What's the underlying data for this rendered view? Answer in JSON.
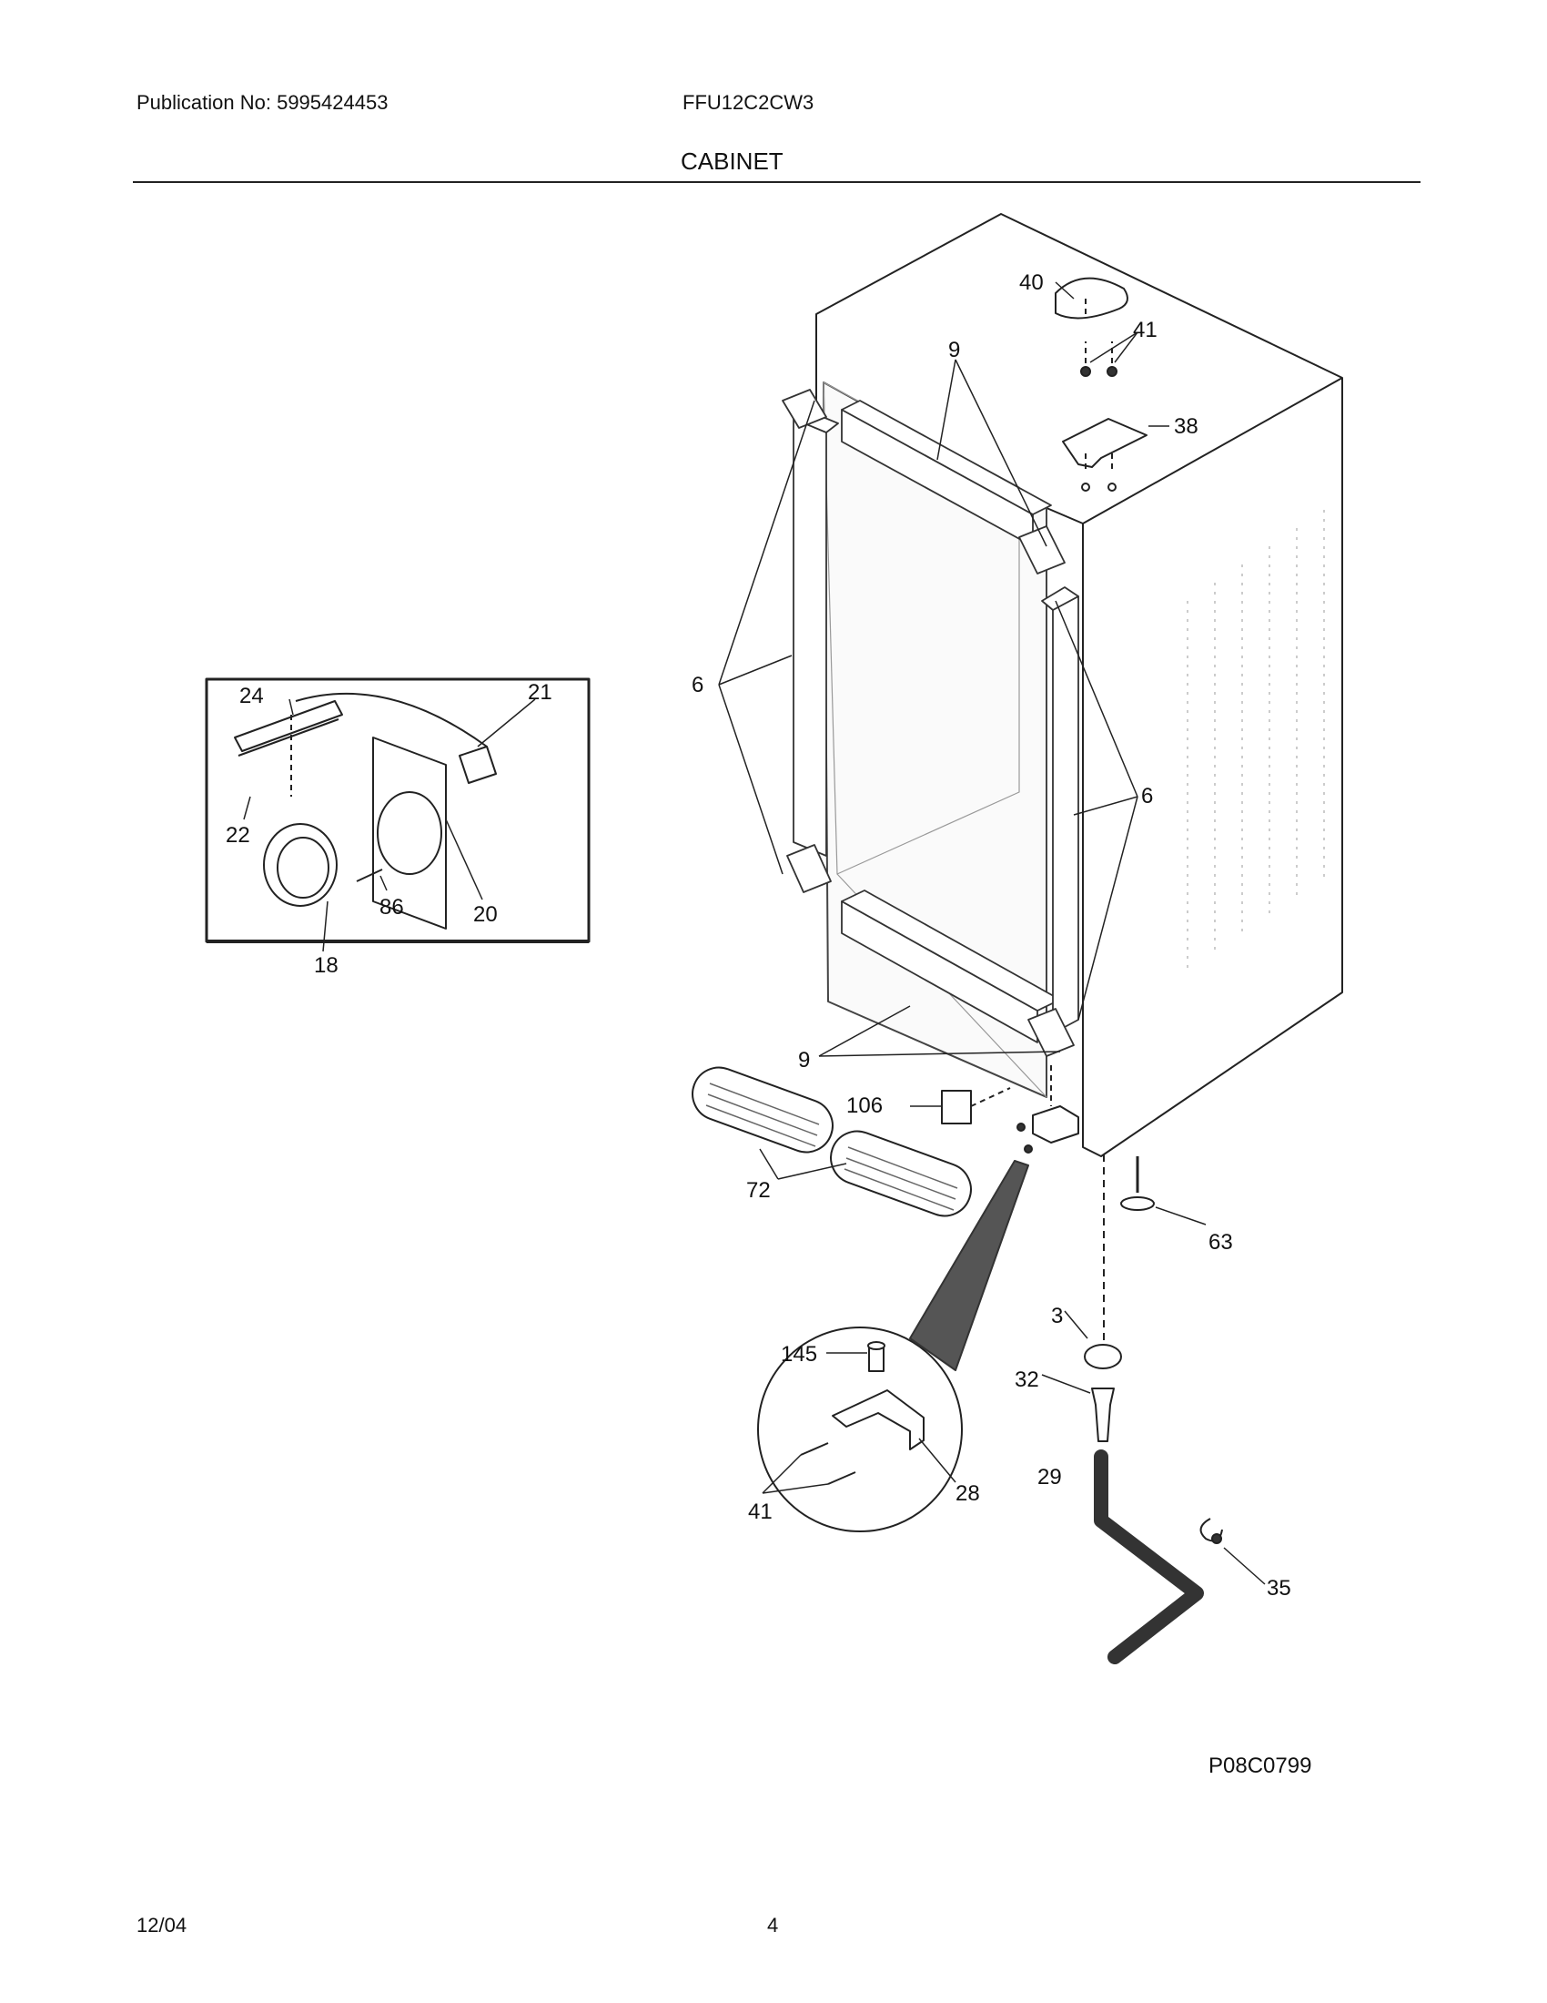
{
  "header": {
    "publication": "Publication No: 5995424453",
    "model": "FFU12C2CW3",
    "section_title": "CABINET"
  },
  "callouts": {
    "c40": "40",
    "c41a": "41",
    "c9a": "9",
    "c38": "38",
    "c6a": "6",
    "c6b": "6",
    "c9b": "9",
    "c106": "106",
    "c72": "72",
    "c63": "63",
    "c3": "3",
    "c32": "32",
    "c29": "29",
    "c35": "35",
    "c145": "145",
    "c41b": "41",
    "c28": "28",
    "c24": "24",
    "c21": "21",
    "c22": "22",
    "c86": "86",
    "c20": "20",
    "c18": "18"
  },
  "figure_code": "P08C0799",
  "footer": {
    "date": "12/04",
    "page": "4"
  }
}
